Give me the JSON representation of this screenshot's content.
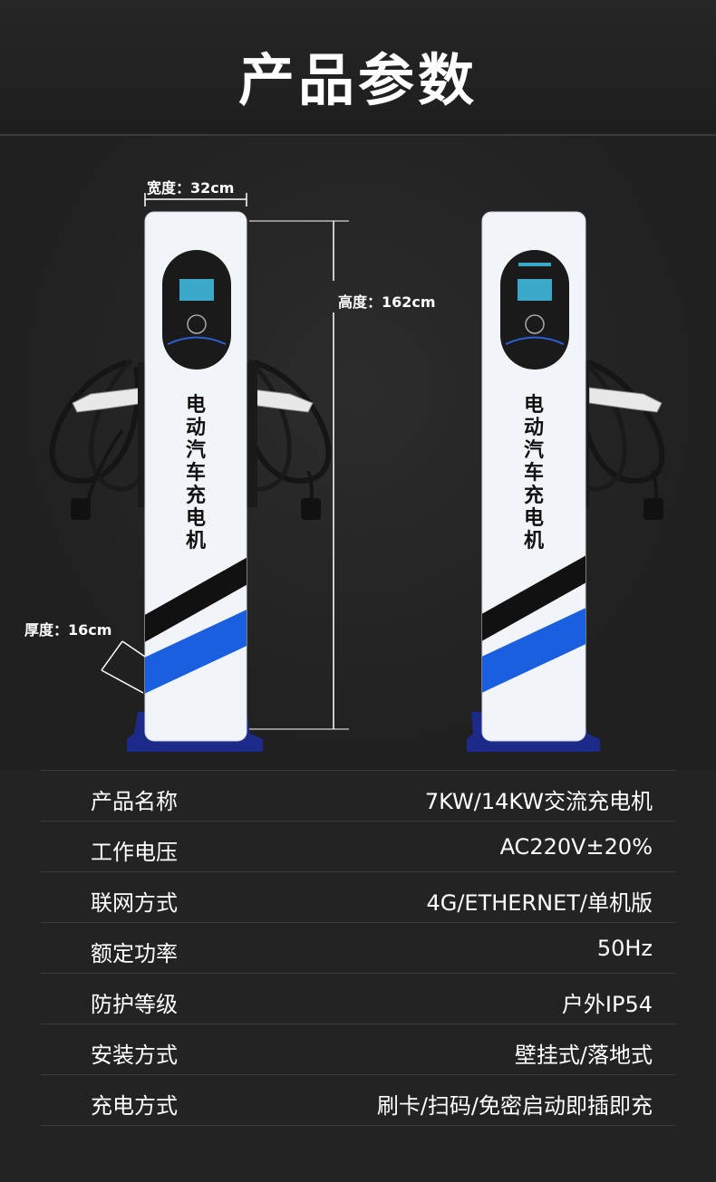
{
  "header": {
    "title": "产品参数"
  },
  "dimensions": {
    "width": "宽度：32cm",
    "height": "高度：162cm",
    "depth": "厚度：16cm"
  },
  "charger": {
    "vertical_text": [
      "电",
      "动",
      "汽",
      "车",
      "充",
      "电",
      "机"
    ],
    "colors": {
      "body": "#f2f5f8",
      "stripe_black": "#111111",
      "stripe_blue": "#1a5fe0",
      "base": "#1c2a8a",
      "screen": "#1a1a1a"
    }
  },
  "specs": [
    {
      "label": "产品名称",
      "value": "7KW/14KW交流充电机"
    },
    {
      "label": "工作电压",
      "value": "AC220V±20%"
    },
    {
      "label": "联网方式",
      "value": "4G/ETHERNET/单机版"
    },
    {
      "label": "额定功率",
      "value": "50Hz"
    },
    {
      "label": "防护等级",
      "value": "户外IP54"
    },
    {
      "label": "安装方式",
      "value": "壁挂式/落地式"
    },
    {
      "label": "充电方式",
      "value": "刷卡/扫码/免密启动即插即充"
    }
  ]
}
